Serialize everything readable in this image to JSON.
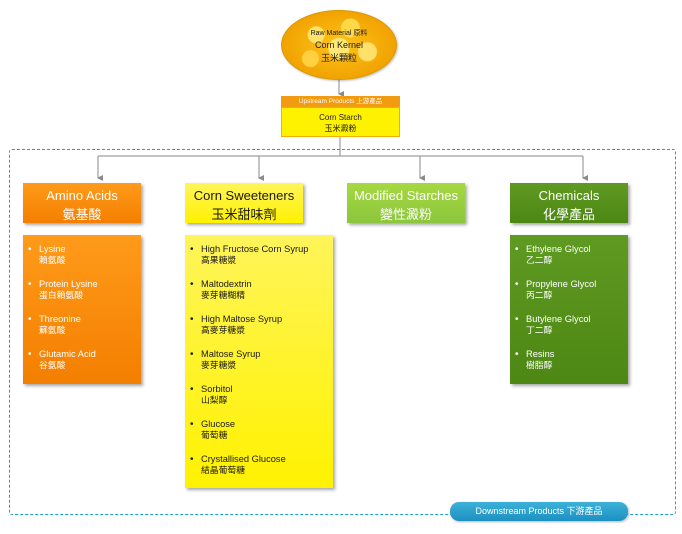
{
  "raw_material": {
    "label_en": "Raw Material",
    "label_zh": "原料",
    "name_en": "Corn Kernel",
    "name_zh": "玉米顆粒"
  },
  "upstream": {
    "header": "Upstream Products 上游產品",
    "name_en": "Corn Starch",
    "name_zh": "玉米澱粉"
  },
  "categories": [
    {
      "en": "Amino Acids",
      "zh": "氨基酸",
      "color": "#f47f00",
      "items": [
        {
          "en": "Lysine",
          "zh": "賴氨酸"
        },
        {
          "en": "Protein Lysine",
          "zh": "蛋白賴氨酸"
        },
        {
          "en": "Threonine",
          "zh": "蘇氨酸"
        },
        {
          "en": "Glutamic Acid",
          "zh": "谷氨酸"
        }
      ]
    },
    {
      "en": "Corn Sweeteners",
      "zh": "玉米甜味劑",
      "color": "#fff200",
      "items": [
        {
          "en": "High Fructose Corn Syrup",
          "zh": "高果糖漿"
        },
        {
          "en": "Maltodextrin",
          "zh": "麥芽糖糊精"
        },
        {
          "en": "High Maltose Syrup",
          "zh": "高麥芽糖漿"
        },
        {
          "en": "Maltose Syrup",
          "zh": "麥芽糖漿"
        },
        {
          "en": "Sorbitol",
          "zh": "山梨醇"
        },
        {
          "en": "Glucose",
          "zh": "葡萄糖"
        },
        {
          "en": "Crystallised Glucose",
          "zh": "結晶葡萄糖"
        }
      ]
    },
    {
      "en": "Modified Starches",
      "zh": "變性澱粉",
      "color": "#8cc63e",
      "items": []
    },
    {
      "en": "Chemicals",
      "zh": "化學產品",
      "color": "#4d8714",
      "items": [
        {
          "en": "Ethylene Glycol",
          "zh": "乙二醇"
        },
        {
          "en": "Propylene Glycol",
          "zh": "丙二醇"
        },
        {
          "en": "Butylene Glycol",
          "zh": "丁二醇"
        },
        {
          "en": "Resins",
          "zh": "樹脂醇"
        }
      ]
    }
  ],
  "downstream": {
    "label": "Downstream Products  下游產品"
  }
}
